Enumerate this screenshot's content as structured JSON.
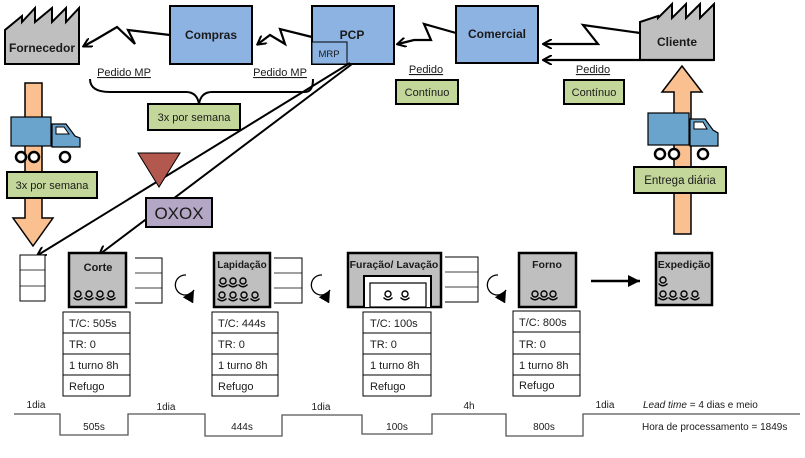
{
  "colors": {
    "info_box": "#8db3e2",
    "factory": "#bfbfbf",
    "green_box": "#c4d79b",
    "arrow_fill": "#fac090",
    "truck": "#6aa4cc",
    "triangle": "#b3584f",
    "oxox": "#b3a7c5",
    "process_box": "#bfbfbf"
  },
  "supplier": {
    "label": "Fornecedor",
    "icon": "factory-icon"
  },
  "customer": {
    "label": "Cliente",
    "icon": "factory-icon"
  },
  "compras": {
    "label": "Compras"
  },
  "pcp": {
    "label": "PCP",
    "sub_label": "MRP"
  },
  "comercial": {
    "label": "Comercial"
  },
  "orders": {
    "supplier_order_label": "Pedido MP",
    "compras_order_label": "Pedido MP",
    "purchase_frequency": "3x por semana",
    "pcp_order_label": "Pedido",
    "pcp_order_type": "Contínuo",
    "customer_order_label": "Pedido",
    "customer_order_type": "Contínuo"
  },
  "inbound_shipping": {
    "frequency": "3x por semana",
    "icon": "truck-icon"
  },
  "outbound_shipping": {
    "frequency": "Entrega diária",
    "icon": "truck-icon"
  },
  "kanban": {
    "label": "OXOX"
  },
  "processes": [
    {
      "name": "Corte",
      "operators": 4,
      "tc": "T/C: 505s",
      "tr": "TR: 0",
      "shift": "1 turno 8h",
      "scrap": "Refugo"
    },
    {
      "name": "Lapidação",
      "operators": 7,
      "tc": "T/C: 444s",
      "tr": "TR: 0",
      "shift": "1 turno 8h",
      "scrap": "Refugo"
    },
    {
      "name": "Furação/ Lavação",
      "operators": 2,
      "tc": "T/C: 100s",
      "tr": "TR: 0",
      "shift": "1 turno 8h",
      "scrap": "Refugo"
    },
    {
      "name": "Forno",
      "operators": 3,
      "tc": "T/C: 800s",
      "tr": "TR: 0",
      "shift": "1 turno 8h",
      "scrap": "Refugo"
    },
    {
      "name": "Expedição",
      "operators": 5
    }
  ],
  "timeline": {
    "waits": [
      "1dia",
      "1dia",
      "1dia",
      "4h",
      "1dia"
    ],
    "process_times": [
      "505s",
      "444s",
      "100s",
      "800s"
    ],
    "lead_time_label": "Lead time",
    "lead_time_value": " = 4 dias e meio",
    "processing_time": "Hora de processamento = 1849s"
  }
}
